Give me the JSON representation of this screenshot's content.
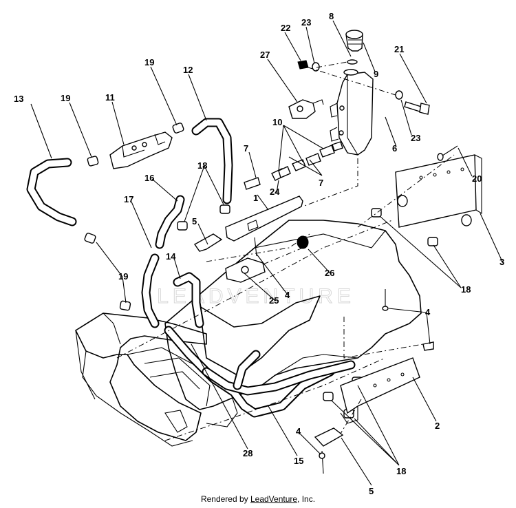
{
  "watermark": "LEADVENTURE",
  "credit": {
    "prefix": "Rendered by ",
    "brand": "LeadVenture",
    "suffix": ", Inc."
  },
  "callouts": [
    {
      "id": "c22",
      "label": "22"
    },
    {
      "id": "c23a",
      "label": "23"
    },
    {
      "id": "c8",
      "label": "8"
    },
    {
      "id": "c9",
      "label": "9"
    },
    {
      "id": "c21",
      "label": "21"
    },
    {
      "id": "c27",
      "label": "27"
    },
    {
      "id": "c19a",
      "label": "19"
    },
    {
      "id": "c12",
      "label": "12"
    },
    {
      "id": "c13",
      "label": "13"
    },
    {
      "id": "c19b",
      "label": "19"
    },
    {
      "id": "c11",
      "label": "11"
    },
    {
      "id": "c10",
      "label": "10"
    },
    {
      "id": "c6",
      "label": "6"
    },
    {
      "id": "c23b",
      "label": "23"
    },
    {
      "id": "c7a",
      "label": "7"
    },
    {
      "id": "c20",
      "label": "20"
    },
    {
      "id": "c18a",
      "label": "18"
    },
    {
      "id": "c16",
      "label": "16"
    },
    {
      "id": "c24",
      "label": "24"
    },
    {
      "id": "c7b",
      "label": "7"
    },
    {
      "id": "c1",
      "label": "1"
    },
    {
      "id": "c17",
      "label": "17"
    },
    {
      "id": "c5a",
      "label": "5"
    },
    {
      "id": "c3",
      "label": "3"
    },
    {
      "id": "c14",
      "label": "14"
    },
    {
      "id": "c26",
      "label": "26"
    },
    {
      "id": "c19c",
      "label": "19"
    },
    {
      "id": "c4a",
      "label": "4"
    },
    {
      "id": "c25",
      "label": "25"
    },
    {
      "id": "c18b",
      "label": "18"
    },
    {
      "id": "c4b",
      "label": "4"
    },
    {
      "id": "c2",
      "label": "2"
    },
    {
      "id": "c28",
      "label": "28"
    },
    {
      "id": "c15",
      "label": "15"
    },
    {
      "id": "c4c",
      "label": "4"
    },
    {
      "id": "c18c",
      "label": "18"
    },
    {
      "id": "c5b",
      "label": "5"
    }
  ]
}
